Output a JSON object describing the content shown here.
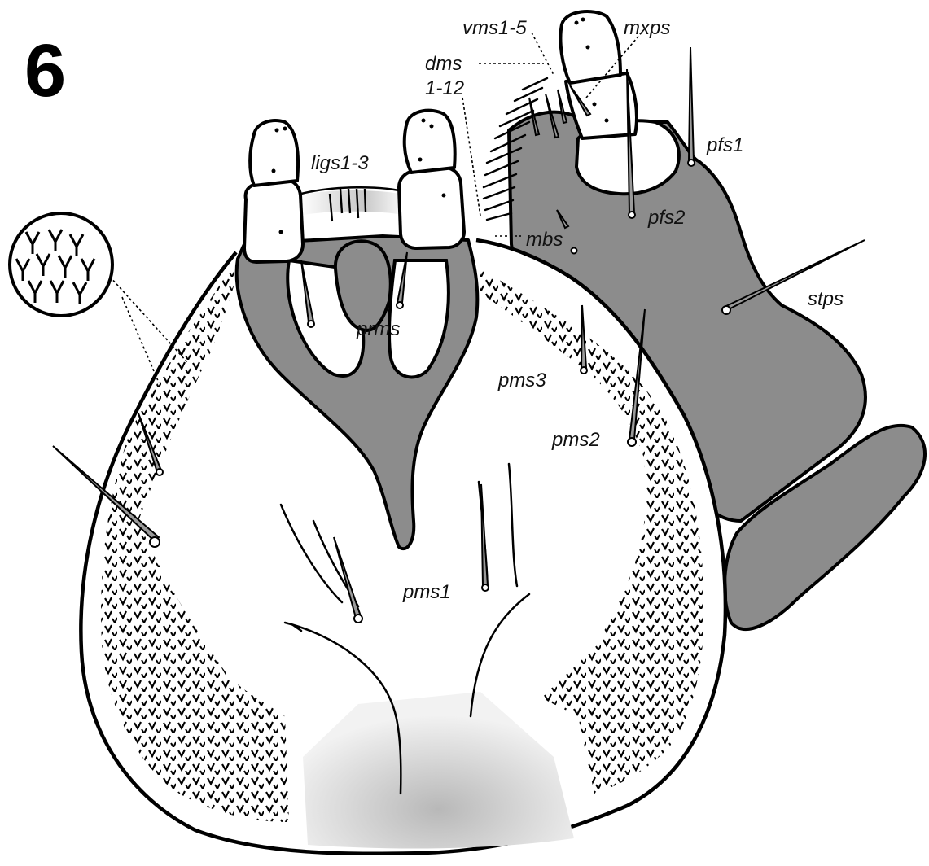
{
  "figure": {
    "number": "6",
    "colors": {
      "sclerite": "#8c8c8c",
      "outline": "#000000",
      "background": "#ffffff",
      "shading": "#c4c4c4"
    },
    "labels": {
      "vms": "vms1-5",
      "mxps": "mxps",
      "dms": "dms",
      "dms_range": "1-12",
      "ligs": "ligs1-3",
      "pfs1": "pfs1",
      "pfs2": "pfs2",
      "mbs": "mbs",
      "stps": "stps",
      "prms": "prms",
      "pms3": "pms3",
      "pms2": "pms2",
      "pms1": "pms1"
    }
  }
}
